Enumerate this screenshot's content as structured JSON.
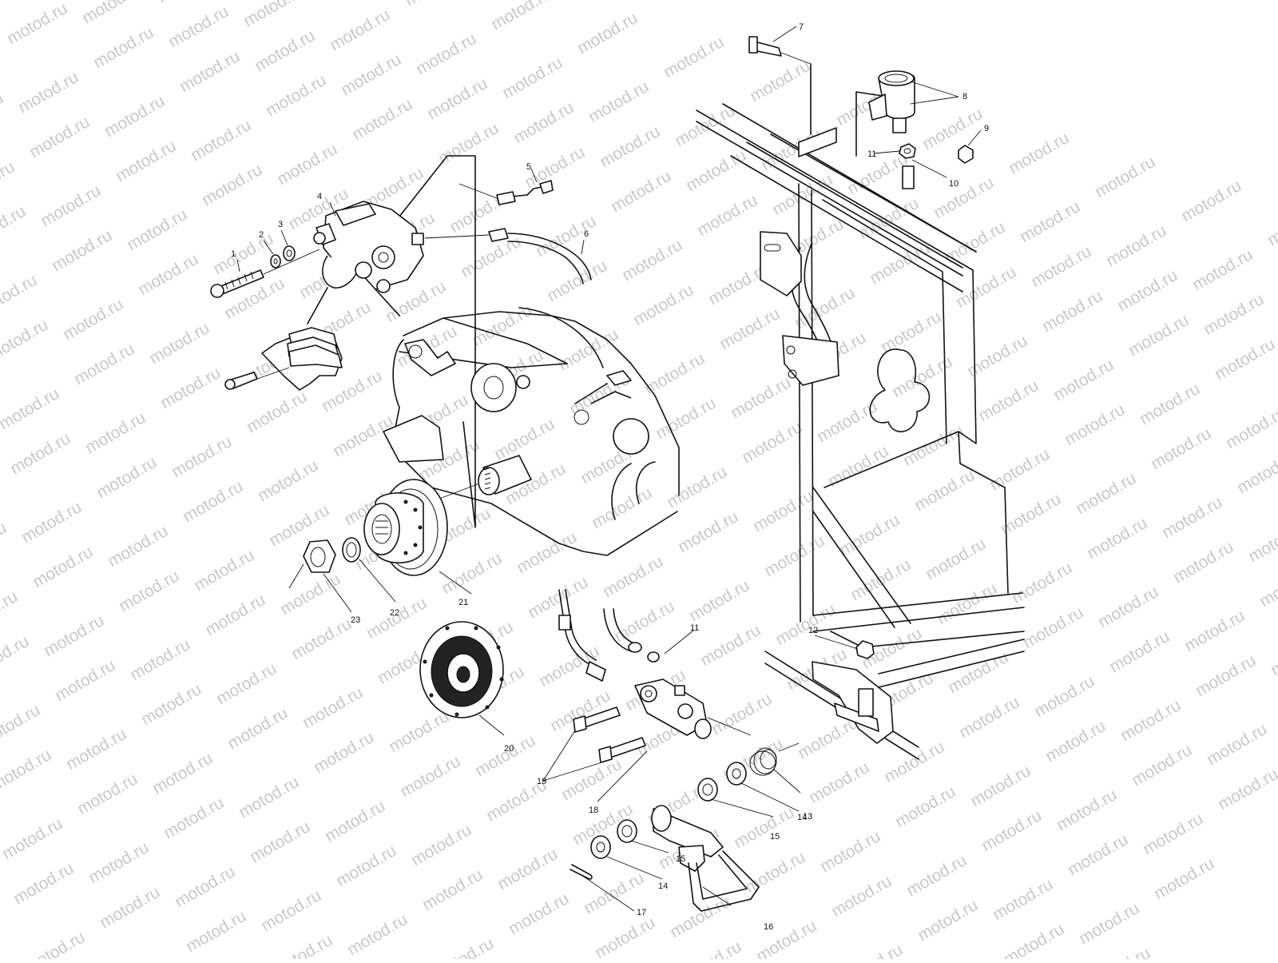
{
  "watermark": {
    "text": "motod.ru"
  },
  "callouts": [
    {
      "id": "c1",
      "text": "1"
    },
    {
      "id": "c2",
      "text": "2"
    },
    {
      "id": "c3",
      "text": "3"
    },
    {
      "id": "c4",
      "text": "4"
    },
    {
      "id": "c5",
      "text": "5"
    },
    {
      "id": "c6",
      "text": "6"
    },
    {
      "id": "c7",
      "text": "7"
    },
    {
      "id": "c8",
      "text": "8"
    },
    {
      "id": "c9",
      "text": "9"
    },
    {
      "id": "c10",
      "text": "10"
    },
    {
      "id": "c11a",
      "text": "11"
    },
    {
      "id": "c11b",
      "text": "11"
    },
    {
      "id": "c12",
      "text": "12"
    },
    {
      "id": "c13",
      "text": "13"
    },
    {
      "id": "c14a",
      "text": "14"
    },
    {
      "id": "c14b",
      "text": "14"
    },
    {
      "id": "c15a",
      "text": "15"
    },
    {
      "id": "c15b",
      "text": "15"
    },
    {
      "id": "c16",
      "text": "16"
    },
    {
      "id": "c17",
      "text": "17"
    },
    {
      "id": "c18",
      "text": "18"
    },
    {
      "id": "c19",
      "text": "19"
    },
    {
      "id": "c20",
      "text": "20"
    },
    {
      "id": "c21",
      "text": "21"
    },
    {
      "id": "c22",
      "text": "22"
    },
    {
      "id": "c23",
      "text": "23"
    }
  ]
}
